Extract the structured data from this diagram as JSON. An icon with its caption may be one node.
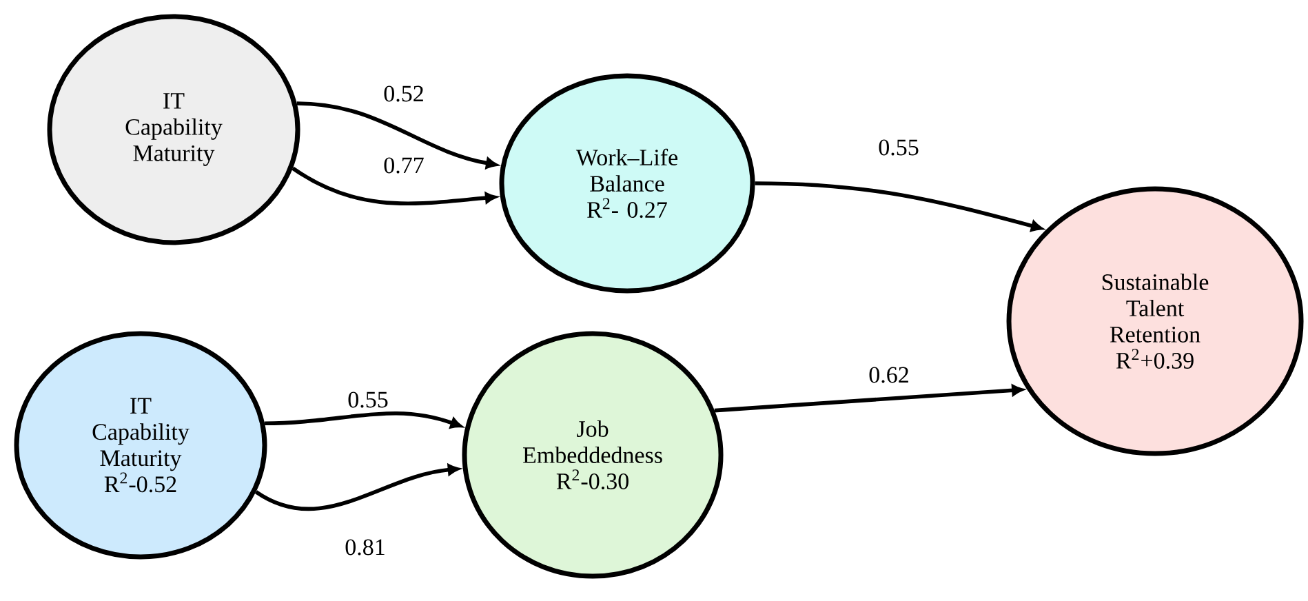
{
  "diagram": {
    "nodes": [
      {
        "text": [
          "IT Capability Maturity"
        ]
      },
      {
        "text": [
          "Work–Life Balance R$^{2}$- 0.27"
        ]
      },
      {
        "text": [
          "Sustainable Talent Retention R$^{2}$+0.39"
        ]
      },
      {
        "text": [
          "IT Capability Maturity R$^{2}$-0.52"
        ]
      },
      {
        "text": [
          "Job Embeddedness R$^{2}$-0.30"
        ]
      }
    ],
    "edges": [
      {
        "from": 0,
        "to": 1,
        "arrow": "to",
        "label": "0.52"
      },
      {
        "from": 0,
        "to": 1,
        "arrow": "to",
        "label": "0.77"
      },
      {
        "from": 1,
        "to": 2,
        "arrow": "to",
        "label": "0.55"
      },
      {
        "from": 3,
        "to": 4,
        "arrow": "to",
        "label": "0.55"
      },
      {
        "from": 3,
        "to": 4,
        "arrow": "to",
        "label": "0.81"
      },
      {
        "from": 4,
        "to": 2,
        "arrow": "to",
        "label": "0.62"
      }
    ]
  }
}
